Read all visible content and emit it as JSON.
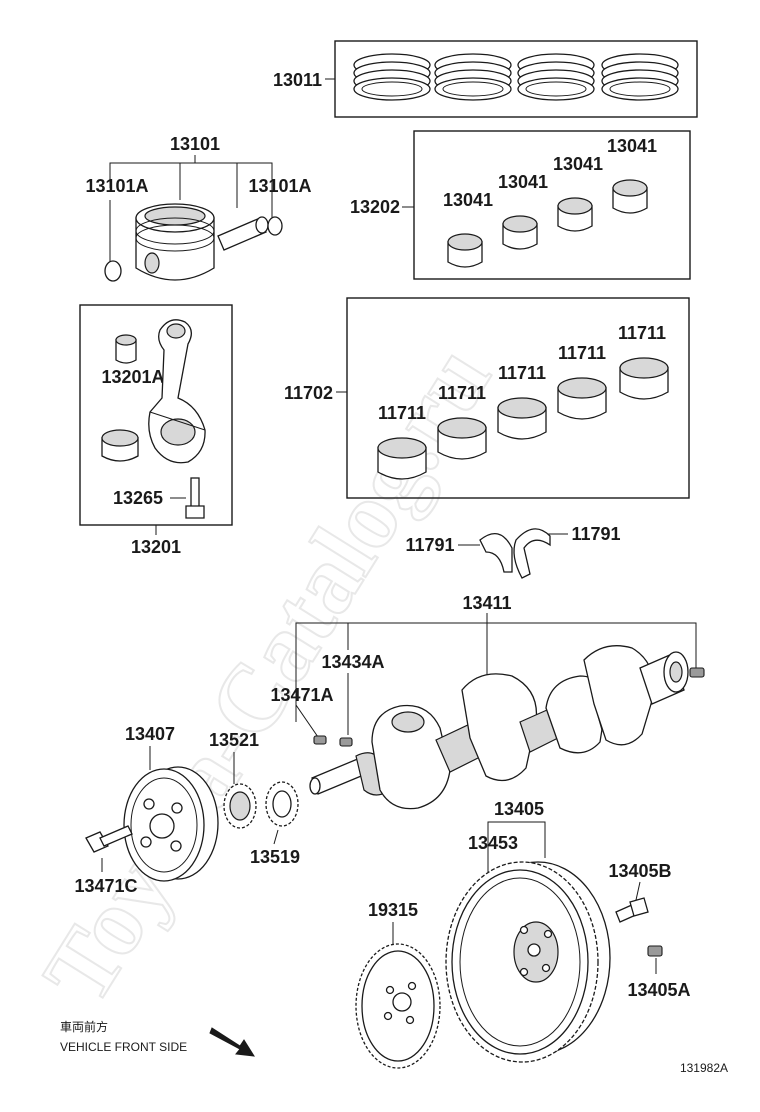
{
  "watermark": "Toyota-Catalog.ru",
  "labels": {
    "p13011": "13011",
    "p13101": "13101",
    "p13101a_left": "13101A",
    "p13101a_right": "13101A",
    "p13202": "13202",
    "p13041_1": "13041",
    "p13041_2": "13041",
    "p13041_3": "13041",
    "p13041_4": "13041",
    "p13201a": "13201A",
    "p13265": "13265",
    "p13201": "13201",
    "p11702": "11702",
    "p11711_1": "11711",
    "p11711_2": "11711",
    "p11711_3": "11711",
    "p11711_4": "11711",
    "p11711_5": "11711",
    "p11791_left": "11791",
    "p11791_right": "11791",
    "p13411": "13411",
    "p13434a": "13434A",
    "p13471a": "13471A",
    "p13407": "13407",
    "p13521": "13521",
    "p13519": "13519",
    "p13471c": "13471C",
    "p13405": "13405",
    "p13453": "13453",
    "p13405b": "13405B",
    "p13405a": "13405A",
    "p19315": "19315"
  },
  "front_note": {
    "jp": "車両前方",
    "en": "VEHICLE FRONT SIDE"
  },
  "figure_code": "131982A"
}
